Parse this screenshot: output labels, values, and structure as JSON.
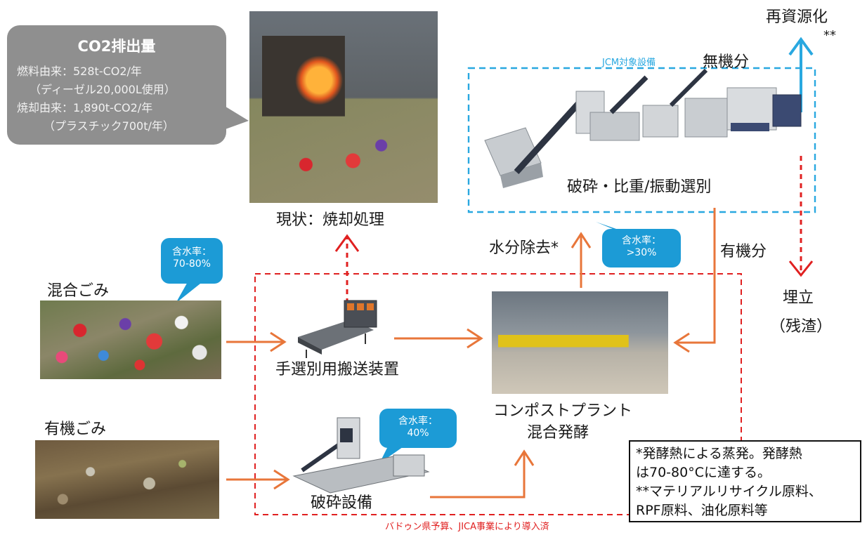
{
  "co2_box": {
    "title": "CO2排出量",
    "line1": "燃料由来：528t-CO2/年",
    "line2": "（ディーゼル20,000L使用）",
    "line3": "焼却由来：1,890t-CO2/年",
    "line4": "（プラスチック700t/年）"
  },
  "labels": {
    "current_status": "現状：焼却処理",
    "recycle": "再資源化",
    "recycle_mark": "**",
    "inorganic": "無機分",
    "jcm": "JCM対象設備",
    "crush_sort": "破砕・比重/振動選別",
    "water_removal": "水分除去*",
    "organic_fraction": "有機分",
    "landfill_1": "埋立",
    "landfill_2": "（残渣）",
    "mixed_waste": "混合ごみ",
    "organic_waste": "有機ごみ",
    "hand_sort": "手選別用搬送装置",
    "crusher": "破砕設備",
    "compost_1": "コンポストプラント",
    "compost_2": "混合発酵",
    "badung": "バドゥン県予算、JICA事業により導入済"
  },
  "bubbles": {
    "mixed": {
      "l1": "含水率：",
      "l2": "70-80%"
    },
    "compost": {
      "l1": "含水率：",
      "l2": ">30%"
    },
    "organic": {
      "l1": "含水率：",
      "l2": "40%"
    }
  },
  "note": {
    "l1": "*発酵熱による蒸発。発酵熱",
    "l2": "は70-80°Cに達する。",
    "l3": "**マテリアルリサイクル原料、",
    "l4": "RPF原料、油化原料等"
  },
  "colors": {
    "arrow_orange": "#e8763a",
    "dashed_red": "#e02020",
    "dashed_blue": "#29a8e0",
    "bubble_blue": "#1c9bd6",
    "callout_gray": "#8f8f8f"
  }
}
